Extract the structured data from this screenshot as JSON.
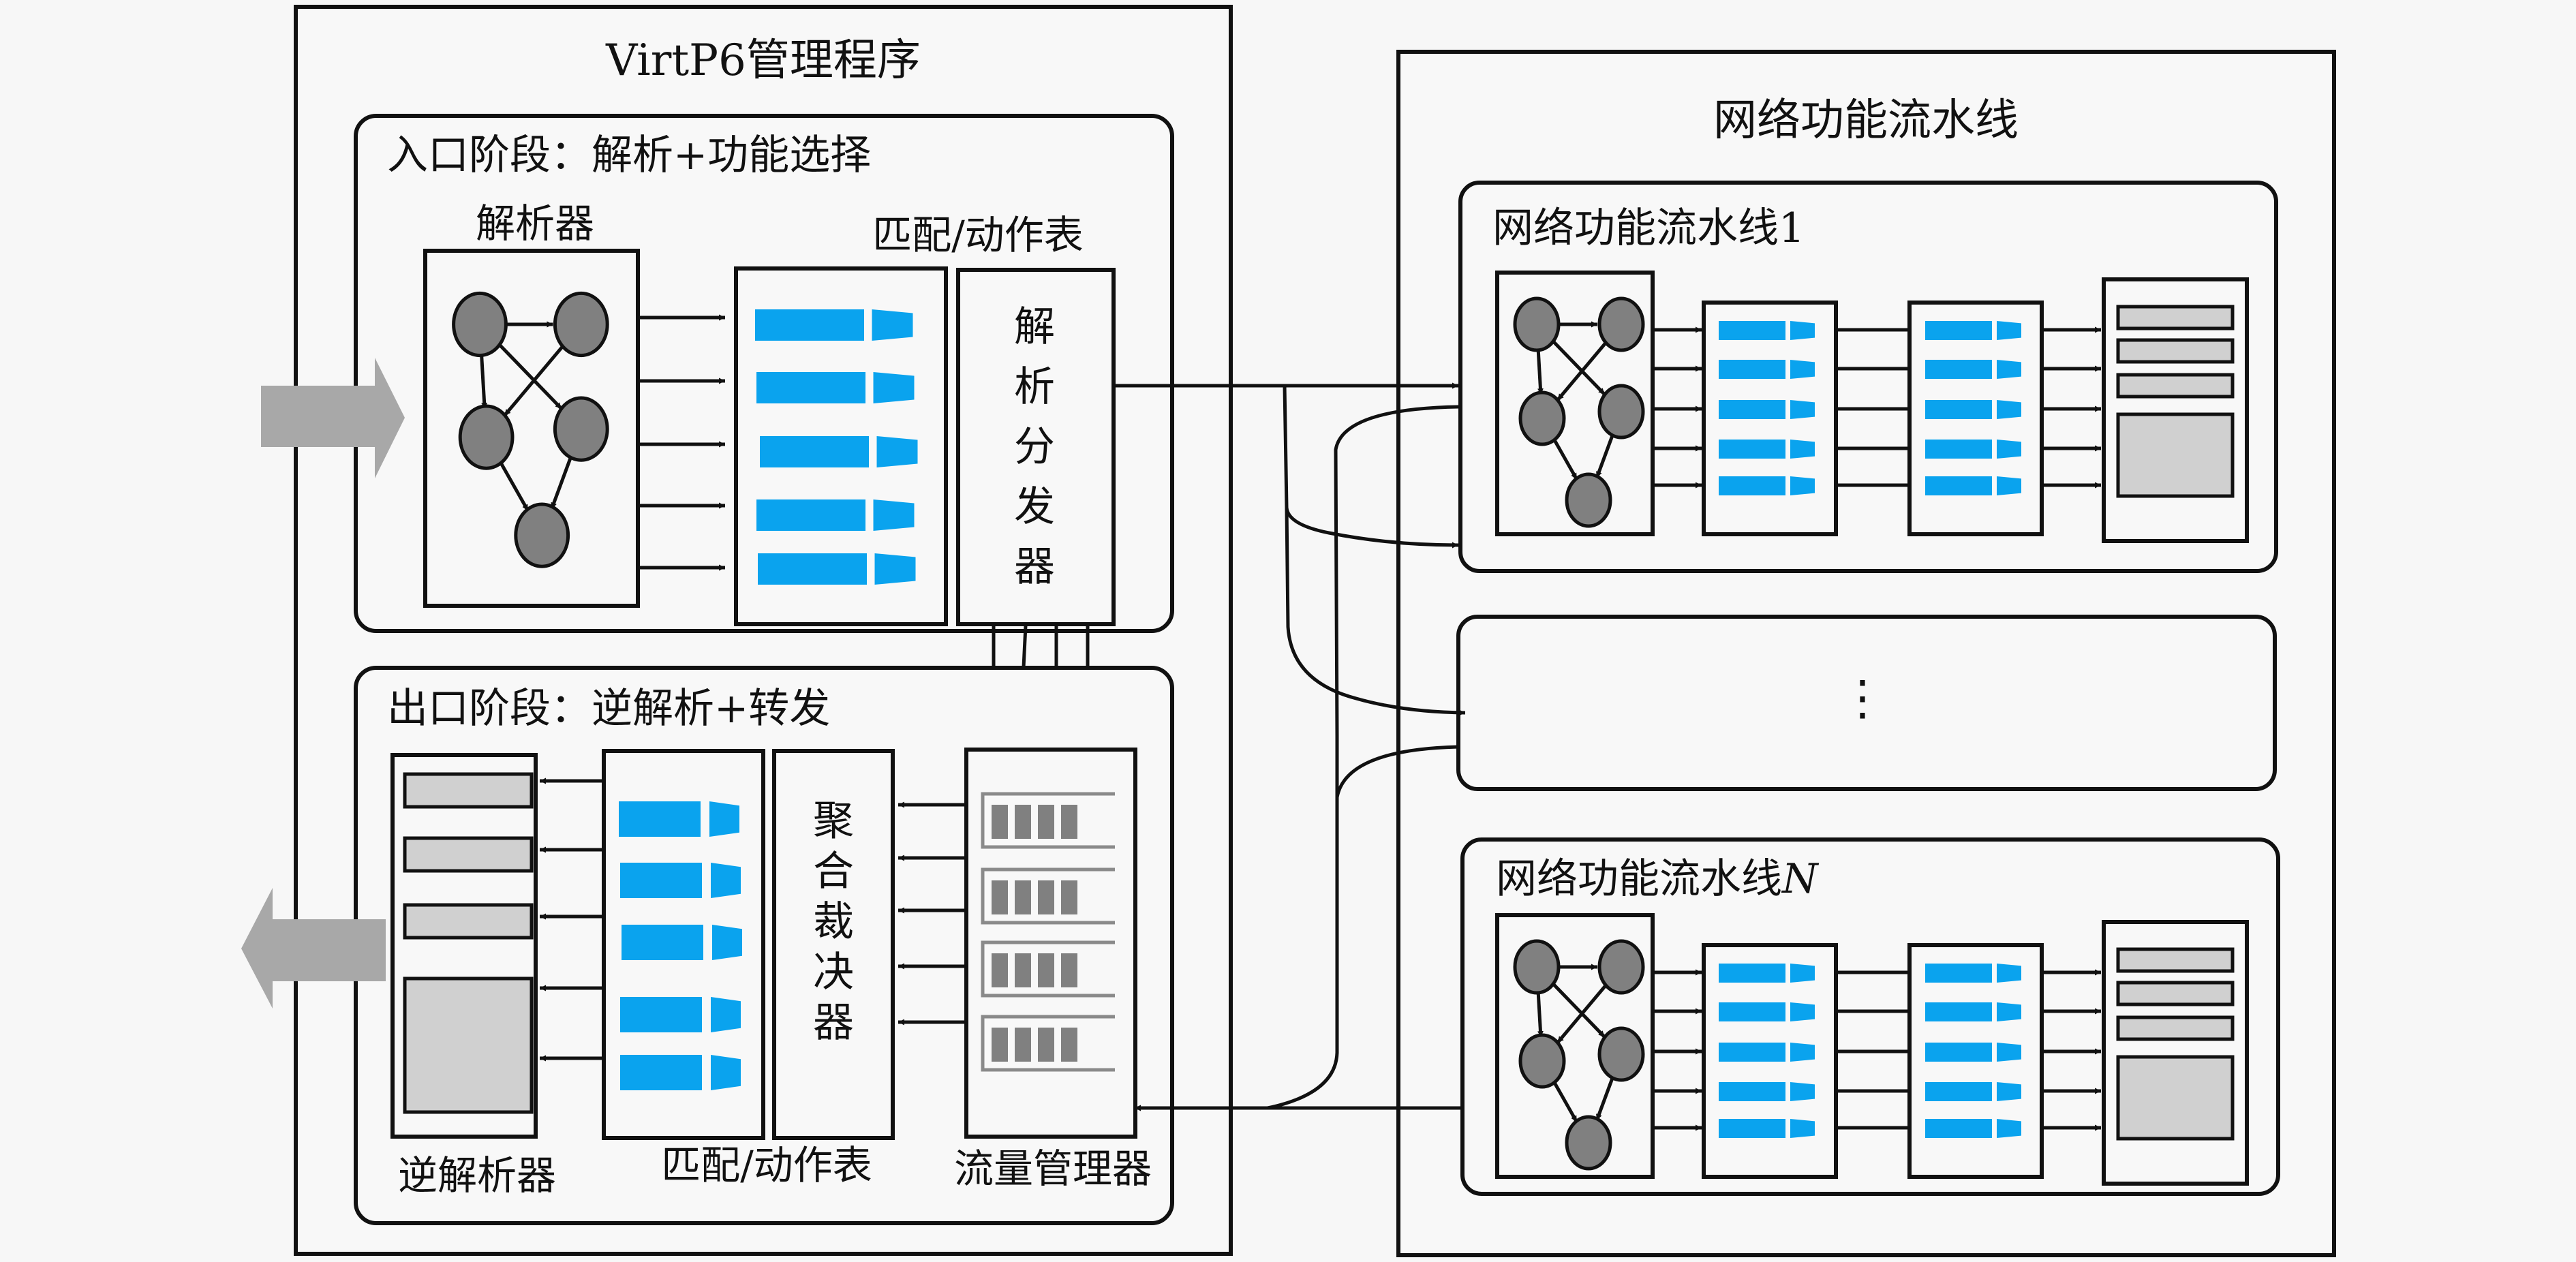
{
  "diagram": {
    "hypervisor": {
      "title": "VirtP6管理程序",
      "ingress": {
        "title": "入口阶段：解析+功能选择",
        "parser_label": "解析器",
        "match_action_label": "匹配/动作表",
        "dispatcher_chars": [
          "解",
          "析",
          "分",
          "发",
          "器"
        ],
        "dispatcher_name": "解析分发器"
      },
      "egress": {
        "title": "出口阶段：逆解析+转发",
        "deparser_label": "逆解析器",
        "match_action_label": "匹配/动作表",
        "traffic_manager_label": "流量管理器",
        "arbiter_chars": [
          "聚",
          "合",
          "裁",
          "决",
          "器"
        ],
        "arbiter_name": "聚合裁决器"
      }
    },
    "nf_pipelines": {
      "title": "网络功能流水线",
      "pipelines": [
        {
          "label": "网络功能流水线1"
        },
        {
          "label": "⋮"
        },
        {
          "label": "网络功能流水线N"
        }
      ],
      "pipeline_label_base": "网络功能流水线",
      "pipeline_label_suffix_last": "N",
      "pipeline_label_suffix_first": "1",
      "ellipsis": "⋮"
    },
    "icons": {
      "input_arrow": "gray-block-arrow-right",
      "output_arrow": "gray-block-arrow-left",
      "parse_graph": "directed-graph-icon",
      "table_entry": "table-entry-icon",
      "queue": "queue-icon",
      "header_stack": "header-stack-icon"
    },
    "colors": {
      "table_entry_blue": "#0aa3ee",
      "node_gray": "#808080",
      "block_arrow_gray": "#a8a8a8",
      "header_gray": "#d0d0d0",
      "background": "#f7f7f7"
    }
  }
}
